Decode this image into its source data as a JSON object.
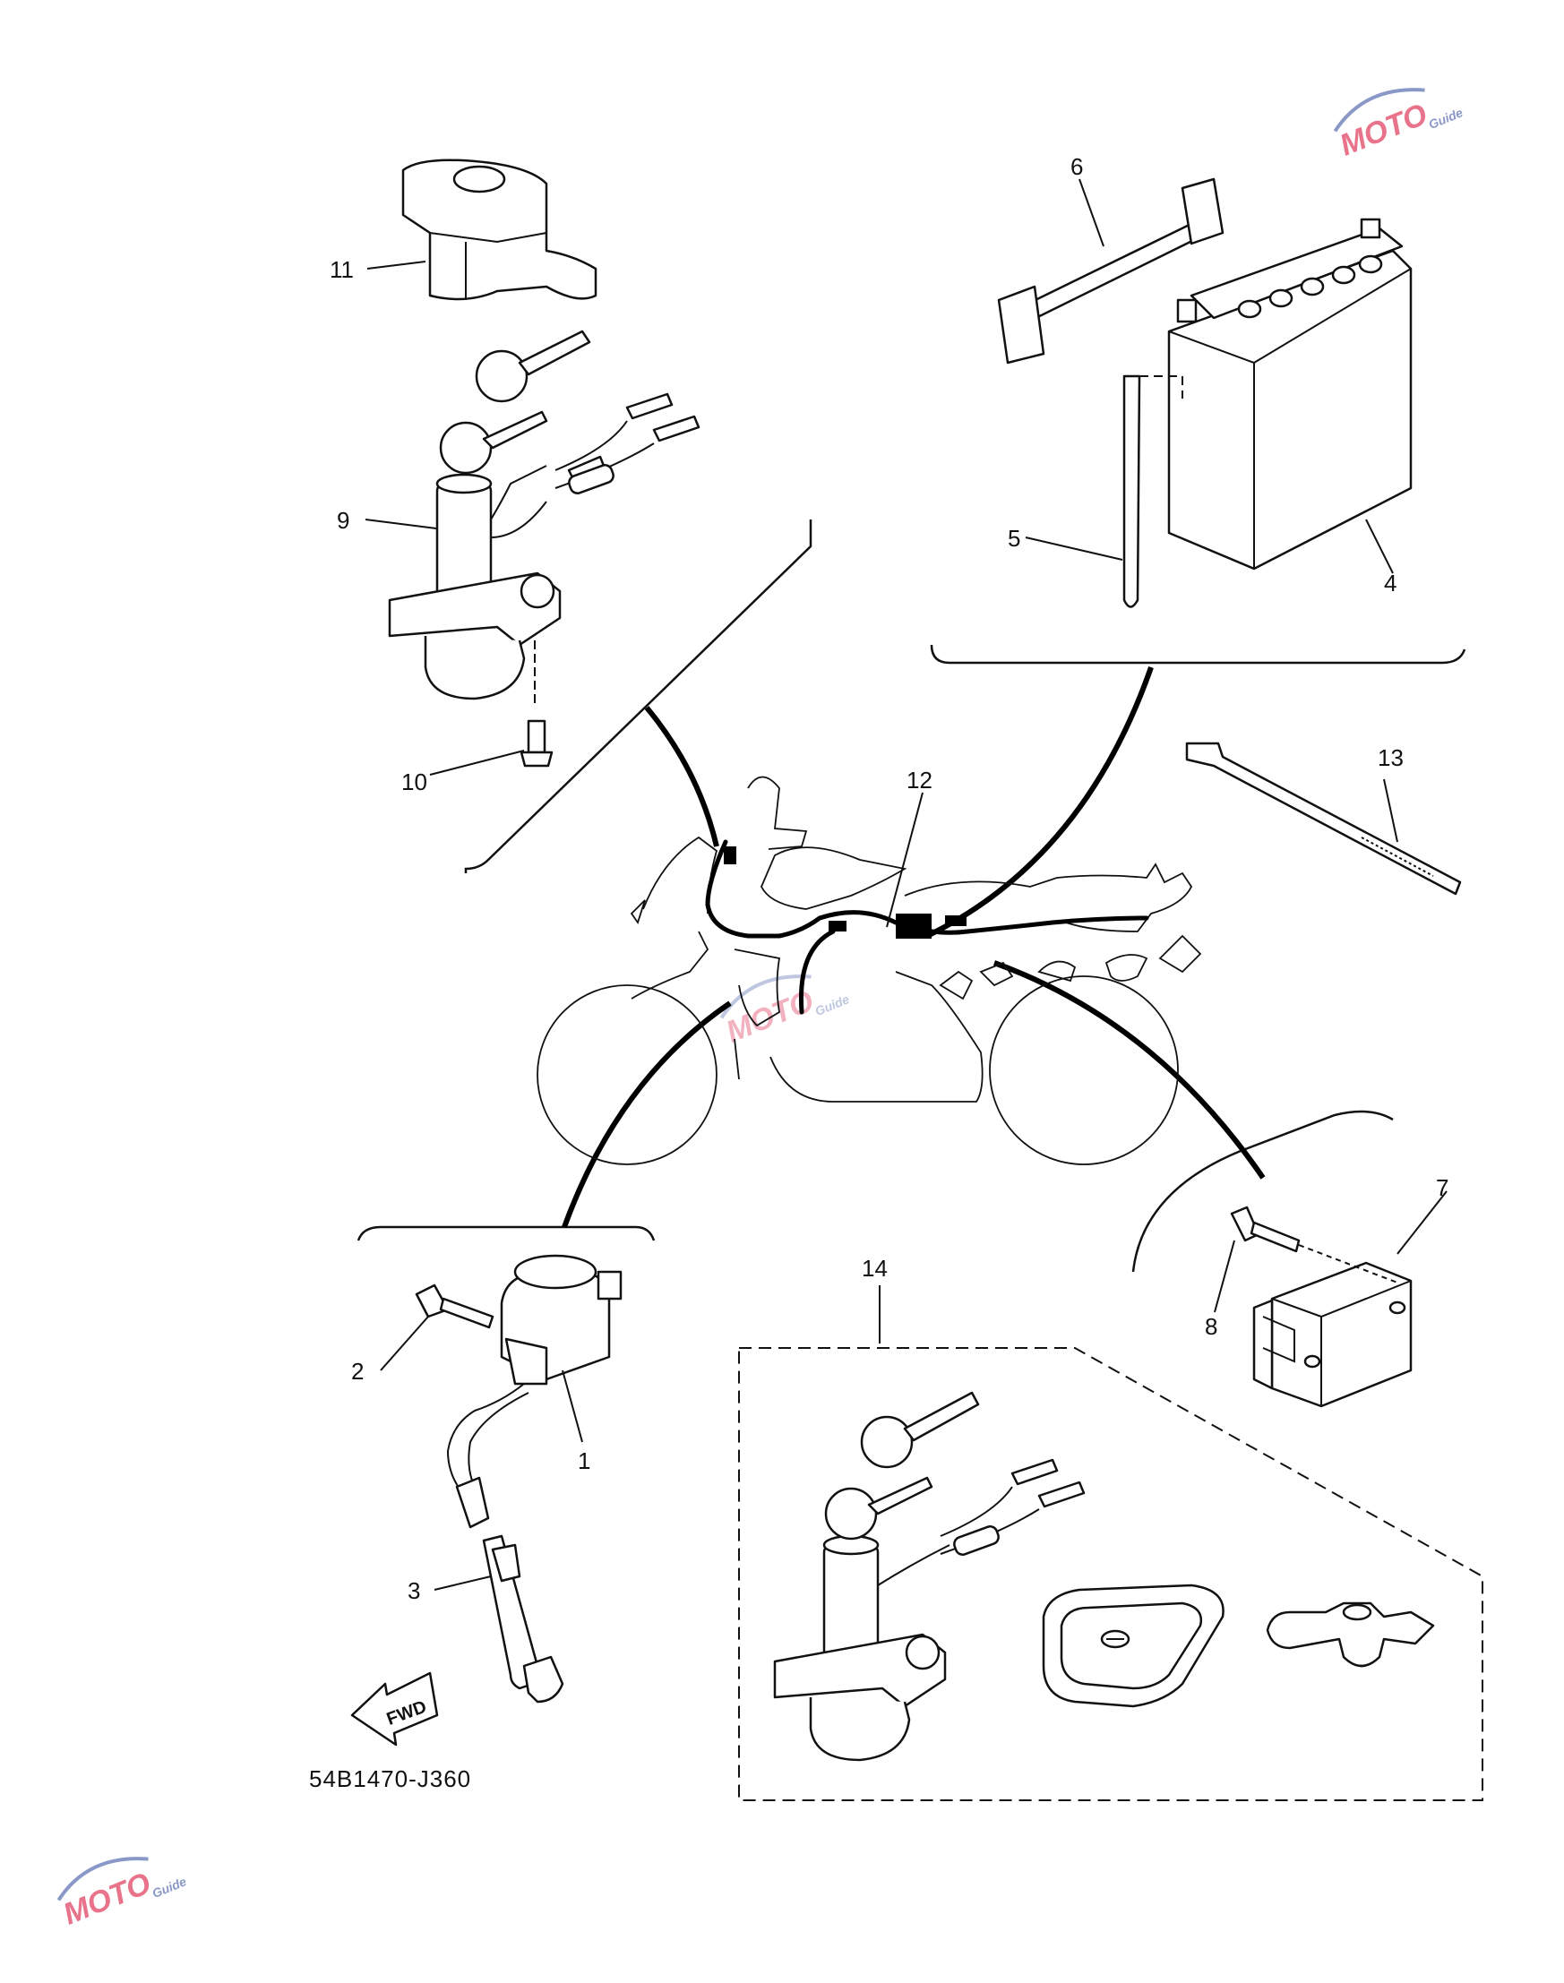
{
  "diagram": {
    "drawing_code": "54B1470-J360",
    "fwd_label": "FWD",
    "watermark": {
      "primary": "MOTO",
      "secondary": "Guide",
      "color_primary": "#e8738a",
      "color_secondary": "#8a98c8"
    },
    "callouts": [
      {
        "id": "1",
        "part": "ignition-coil"
      },
      {
        "id": "2",
        "part": "coil-bolt"
      },
      {
        "id": "3",
        "part": "spark-plug-cap"
      },
      {
        "id": "4",
        "part": "battery"
      },
      {
        "id": "5",
        "part": "battery-vent-hose"
      },
      {
        "id": "6",
        "part": "battery-band"
      },
      {
        "id": "7",
        "part": "relay"
      },
      {
        "id": "8",
        "part": "relay-bolt"
      },
      {
        "id": "9",
        "part": "main-switch"
      },
      {
        "id": "10",
        "part": "switch-screw"
      },
      {
        "id": "11",
        "part": "switch-cover"
      },
      {
        "id": "12",
        "part": "wire-harness"
      },
      {
        "id": "13",
        "part": "cable-tie"
      },
      {
        "id": "14",
        "part": "lock-set"
      }
    ]
  }
}
